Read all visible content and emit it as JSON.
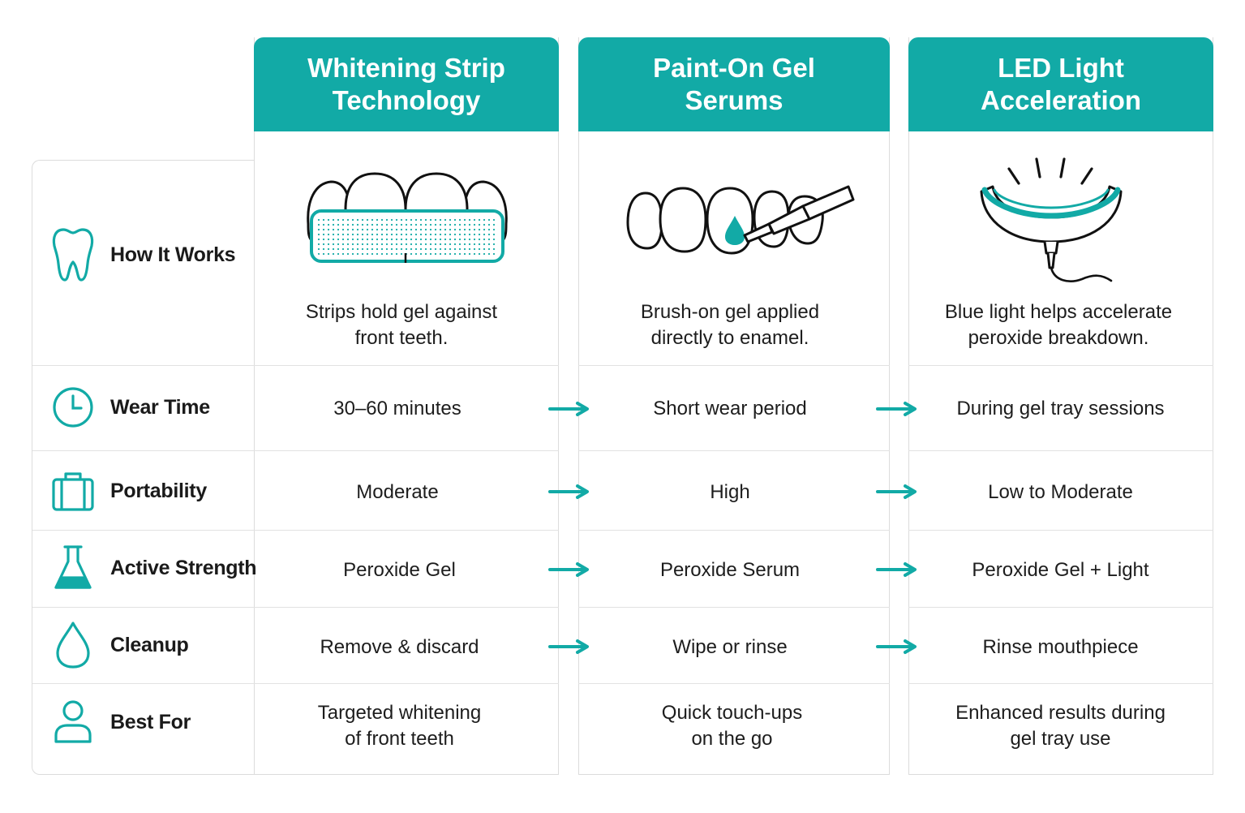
{
  "columns": [
    {
      "title_line1": "Whitening Strip",
      "title_line2": "Technology"
    },
    {
      "title_line1": "Paint-On Gel",
      "title_line2": "Serums"
    },
    {
      "title_line1": "LED Light",
      "title_line2": "Acceleration"
    }
  ],
  "rows": [
    {
      "label": "How It Works",
      "icon": "tooth-icon",
      "cells": [
        {
          "line1": "Strips hold gel against",
          "line2": "front teeth."
        },
        {
          "line1": "Brush-on gel applied",
          "line2": "directly to enamel."
        },
        {
          "line1": "Blue light helps accelerate",
          "line2": "peroxide breakdown."
        }
      ]
    },
    {
      "label": "Wear Time",
      "icon": "clock-icon",
      "cells": [
        {
          "line1": "30–60 minutes"
        },
        {
          "line1": "Short wear period"
        },
        {
          "line1": "During gel tray sessions"
        }
      ]
    },
    {
      "label": "Portability",
      "icon": "suitcase-icon",
      "cells": [
        {
          "line1": "Moderate"
        },
        {
          "line1": "High"
        },
        {
          "line1": "Low to Moderate"
        }
      ]
    },
    {
      "label": "Active Strength",
      "icon": "flask-icon",
      "cells": [
        {
          "line1": "Peroxide Gel"
        },
        {
          "line1": "Peroxide Serum"
        },
        {
          "line1": "Peroxide Gel + Light"
        }
      ]
    },
    {
      "label": "Cleanup",
      "icon": "droplet-icon",
      "cells": [
        {
          "line1": "Remove & discard"
        },
        {
          "line1": "Wipe or rinse"
        },
        {
          "line1": "Rinse mouthpiece"
        }
      ]
    },
    {
      "label": "Best For",
      "icon": "person-icon",
      "cells": [
        {
          "line1": "Targeted whitening",
          "line2": "of front teeth"
        },
        {
          "line1": "Quick touch-ups",
          "line2": "on the go"
        },
        {
          "line1": "Enhanced results during",
          "line2": "gel tray use"
        }
      ]
    }
  ],
  "colors": {
    "accent": "#12aaa6",
    "text": "#1a1a1a",
    "border": "#dcdcdc"
  }
}
